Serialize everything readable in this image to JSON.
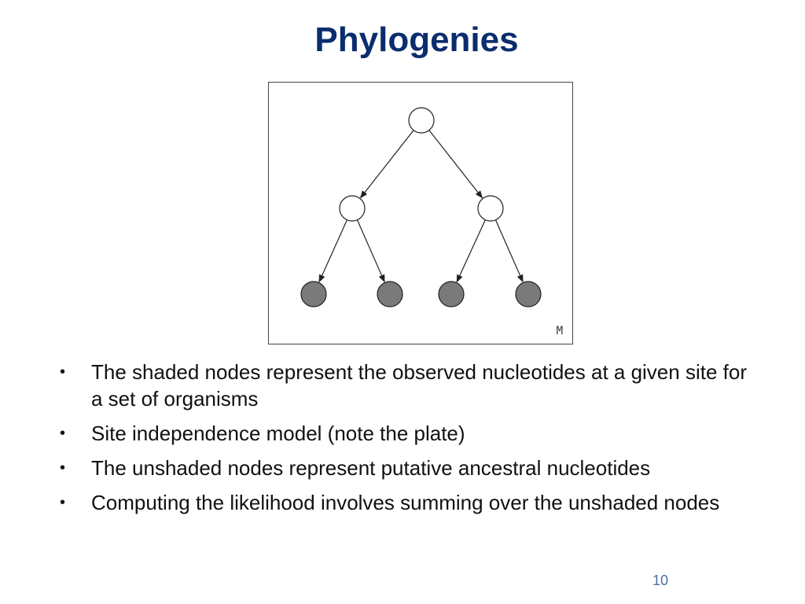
{
  "slide": {
    "title": "Phylogenies",
    "page_number": "10"
  },
  "diagram": {
    "plate_label": "M",
    "colors": {
      "observed": "#7a7a7a",
      "latent": "#ffffff",
      "stroke": "#222222"
    },
    "nodes": [
      {
        "id": "root",
        "observed": false
      },
      {
        "id": "ancestor-left",
        "observed": false
      },
      {
        "id": "ancestor-right",
        "observed": false
      },
      {
        "id": "leaf-1",
        "observed": true
      },
      {
        "id": "leaf-2",
        "observed": true
      },
      {
        "id": "leaf-3",
        "observed": true
      },
      {
        "id": "leaf-4",
        "observed": true
      }
    ],
    "edges": [
      {
        "from": "root",
        "to": "ancestor-left"
      },
      {
        "from": "root",
        "to": "ancestor-right"
      },
      {
        "from": "ancestor-left",
        "to": "leaf-1"
      },
      {
        "from": "ancestor-left",
        "to": "leaf-2"
      },
      {
        "from": "ancestor-right",
        "to": "leaf-3"
      },
      {
        "from": "ancestor-right",
        "to": "leaf-4"
      }
    ]
  },
  "bullets": [
    "The shaded nodes represent the observed nucleotides at a given site for a set of organisms",
    "Site independence model (note the plate)",
    "The unshaded nodes represent putative ancestral nucleotides",
    "Computing the likelihood involves summing over the unshaded nodes"
  ]
}
